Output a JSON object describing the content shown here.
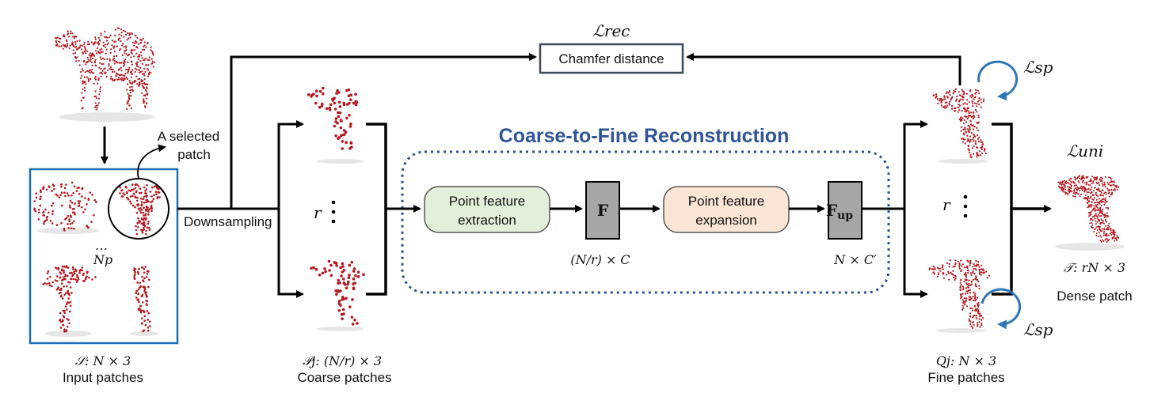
{
  "title": "Coarse-to-Fine Reconstruction",
  "loss_rec": "ℒrec",
  "loss_sp_top": "ℒsp",
  "loss_sp_bottom": "ℒsp",
  "loss_uni": "ℒuni",
  "chamfer_label": "Chamfer distance",
  "selected_patch_line1": "A selected",
  "selected_patch_line2": "patch",
  "downsampling_label": "Downsampling",
  "np_label": "Np",
  "ellipsis": "…",
  "r_label_coarse": "r",
  "r_label_fine": "r",
  "feature_extraction_line1": "Point feature",
  "feature_extraction_line2": "extraction",
  "feature_expansion_line1": "Point feature",
  "feature_expansion_line2": "expansion",
  "F_label": "F",
  "Fup_label": "F",
  "Fup_sub": "up",
  "F_dim": "(N/r) × C",
  "Fup_dim": "N × C′",
  "input_dim": "𝒮: N × 3",
  "input_caption": "Input patches",
  "coarse_dim": "𝒫j: (N/r) × 3",
  "coarse_caption": "Coarse patches",
  "fine_dim": "Qj: N × 3",
  "fine_caption": "Fine patches",
  "dense_dim": "𝒯: rN × 3",
  "dense_caption": "Dense patch",
  "colors": {
    "title": "#2f5597",
    "point": "#b3181f",
    "input_frame": "#1f6fb0",
    "dotted_frame": "#2f4f8f",
    "extraction_fill": "#e2efd9",
    "expansion_fill": "#fbe5d6",
    "feature_fill": "#a6a6a6",
    "loop_arrow": "#2e75b6"
  }
}
